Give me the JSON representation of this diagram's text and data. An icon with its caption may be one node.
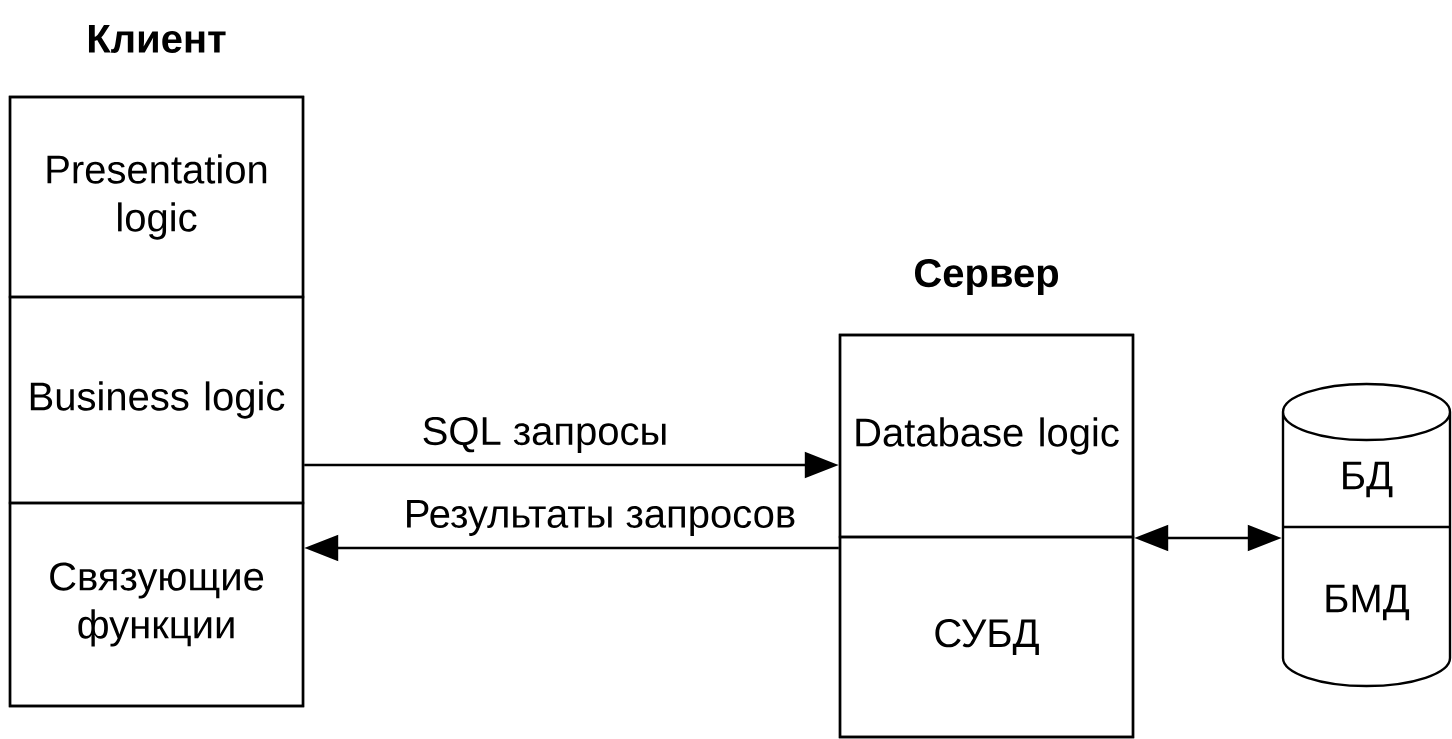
{
  "diagram": {
    "nodes": [
      {
        "text": [
          "Клиент"
        ]
      },
      {
        "text": [
          "Presentation logic"
        ],
        "in": 0
      },
      {
        "text": [
          "Business logic"
        ],
        "in": 0
      },
      {
        "text": [
          "Связующие функции"
        ],
        "in": 0
      },
      {
        "text": [
          "Сервер"
        ]
      },
      {
        "text": [
          "Database logic"
        ],
        "in": 4
      },
      {
        "text": [
          "СУБД"
        ],
        "in": 4
      },
      {
        "text": [
          "БД",
          "БМД"
        ]
      }
    ],
    "edges": [
      {
        "from": 2,
        "to": 5,
        "arrow": "to",
        "label": "SQL запросы"
      },
      {
        "from": 6,
        "to": 3,
        "arrow": "to",
        "label": "Результаты запросов"
      },
      {
        "from": 4,
        "to": 7,
        "arrow": "both"
      }
    ]
  }
}
